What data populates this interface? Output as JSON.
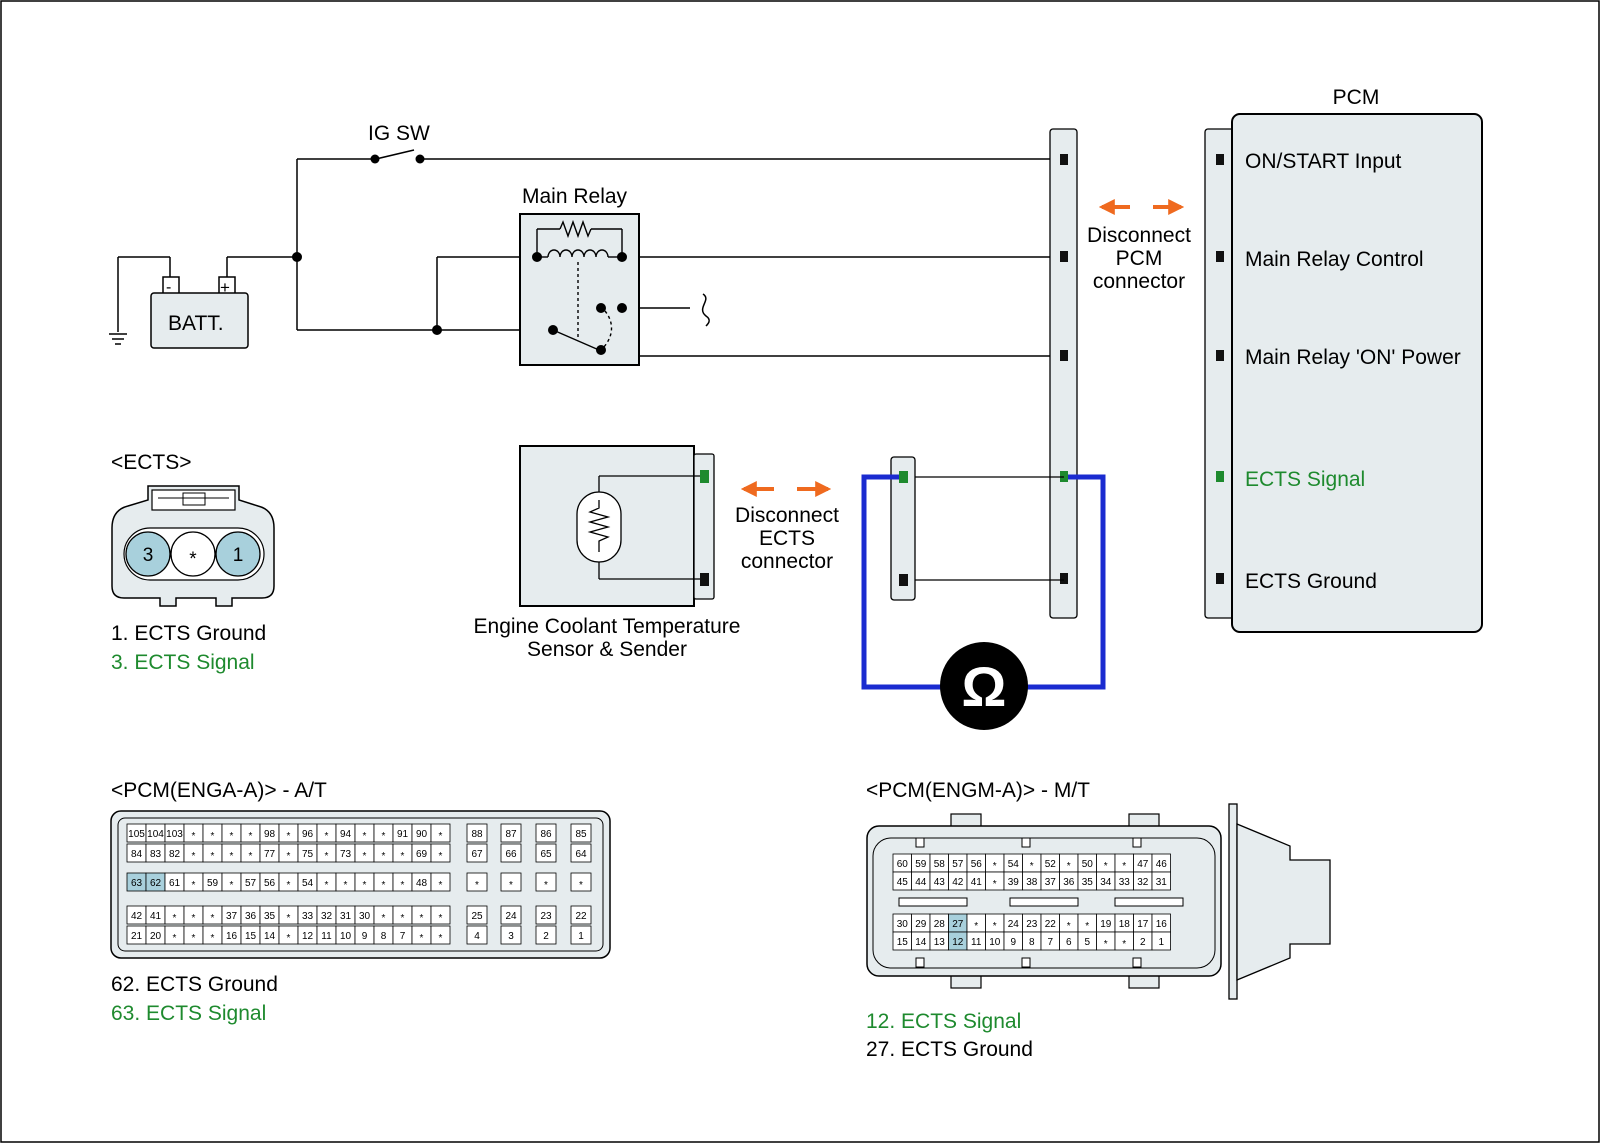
{
  "labels": {
    "ig_sw": "IG SW",
    "main_relay": "Main Relay",
    "batt": "BATT.",
    "batt_minus": "-",
    "batt_plus": "+",
    "pcm": "PCM",
    "disconnect_pcm": [
      "Disconnect",
      "PCM",
      "connector"
    ],
    "disconnect_ects": [
      "Disconnect",
      "ECTS",
      "connector"
    ],
    "sensor": [
      "Engine Coolant Temperature",
      "Sensor & Sender"
    ],
    "ohm": "Ω"
  },
  "pcm_terminals": [
    "ON/START Input",
    "Main Relay Control",
    "Main Relay 'ON' Power",
    "ECTS Signal",
    "ECTS Ground"
  ],
  "ects_connector": {
    "title": "<ECTS>",
    "pins": [
      "3",
      "*",
      "1"
    ],
    "legend": [
      "1. ECTS Ground",
      "3. ECTS Signal"
    ]
  },
  "pcm_at": {
    "title": "<PCM(ENGA-A)> - A/T",
    "legend": [
      "62. ECTS Ground",
      "63. ECTS Signal"
    ],
    "main_rows": [
      [
        "105",
        "104",
        "103",
        "*",
        "*",
        "*",
        "*",
        "98",
        "*",
        "96",
        "*",
        "94",
        "*",
        "*",
        "91",
        "90",
        "*"
      ],
      [
        "84",
        "83",
        "82",
        "*",
        "*",
        "*",
        "*",
        "77",
        "*",
        "75",
        "*",
        "73",
        "*",
        "*",
        "*",
        "69",
        "*"
      ],
      [
        "63",
        "62",
        "61",
        "*",
        "59",
        "*",
        "57",
        "56",
        "*",
        "54",
        "*",
        "*",
        "*",
        "*",
        "*",
        "48",
        "*"
      ],
      [
        "42",
        "41",
        "*",
        "*",
        "*",
        "37",
        "36",
        "35",
        "*",
        "33",
        "32",
        "31",
        "30",
        "*",
        "*",
        "*",
        "*"
      ],
      [
        "21",
        "20",
        "*",
        "*",
        "*",
        "16",
        "15",
        "14",
        "*",
        "12",
        "11",
        "10",
        "9",
        "8",
        "7",
        "*",
        "*"
      ]
    ],
    "side_cols": [
      [
        "88",
        "67",
        "*",
        "25",
        "4"
      ],
      [
        "87",
        "66",
        "*",
        "24",
        "3"
      ],
      [
        "86",
        "65",
        "*",
        "23",
        "2"
      ],
      [
        "85",
        "64",
        "*",
        "22",
        "1"
      ]
    ]
  },
  "pcm_mt": {
    "title": "<PCM(ENGM-A)> - M/T",
    "legend": [
      "12. ECTS Signal",
      "27. ECTS Ground"
    ],
    "rows": [
      [
        "60",
        "59",
        "58",
        "57",
        "56",
        "*",
        "54",
        "*",
        "52",
        "*",
        "50",
        "*",
        "*",
        "47",
        "46"
      ],
      [
        "45",
        "44",
        "43",
        "42",
        "41",
        "*",
        "39",
        "38",
        "37",
        "36",
        "35",
        "34",
        "33",
        "32",
        "31"
      ],
      [
        "30",
        "29",
        "28",
        "27",
        "*",
        "*",
        "24",
        "23",
        "22",
        "*",
        "*",
        "19",
        "18",
        "17",
        "16"
      ],
      [
        "15",
        "14",
        "13",
        "12",
        "11",
        "10",
        "9",
        "8",
        "7",
        "6",
        "5",
        "*",
        "*",
        "2",
        "1"
      ]
    ]
  },
  "colors": {
    "ects_signal": "#1e8a2e",
    "meter_wire": "#1a2bd0",
    "arrow": "#ef6a1f",
    "highlight": "#a8d0dc",
    "connector_fill": "#e6ecee"
  }
}
